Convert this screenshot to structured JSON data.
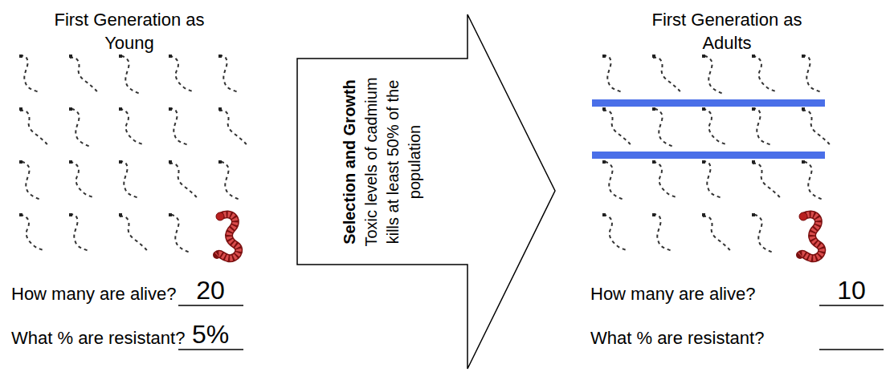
{
  "diagram": {
    "nodes": [
      {
        "text": [
          "Selection and Growth",
          "Toxic levels of cadmium kills at least 50% of the population"
        ]
      }
    ],
    "labels": [
      "First Generation as Young",
      "How many are alive?",
      "20",
      "What % are resistant?",
      "5%",
      "First Generation as Adults",
      "How many are alive?",
      "10",
      "What % are resistant?"
    ]
  }
}
